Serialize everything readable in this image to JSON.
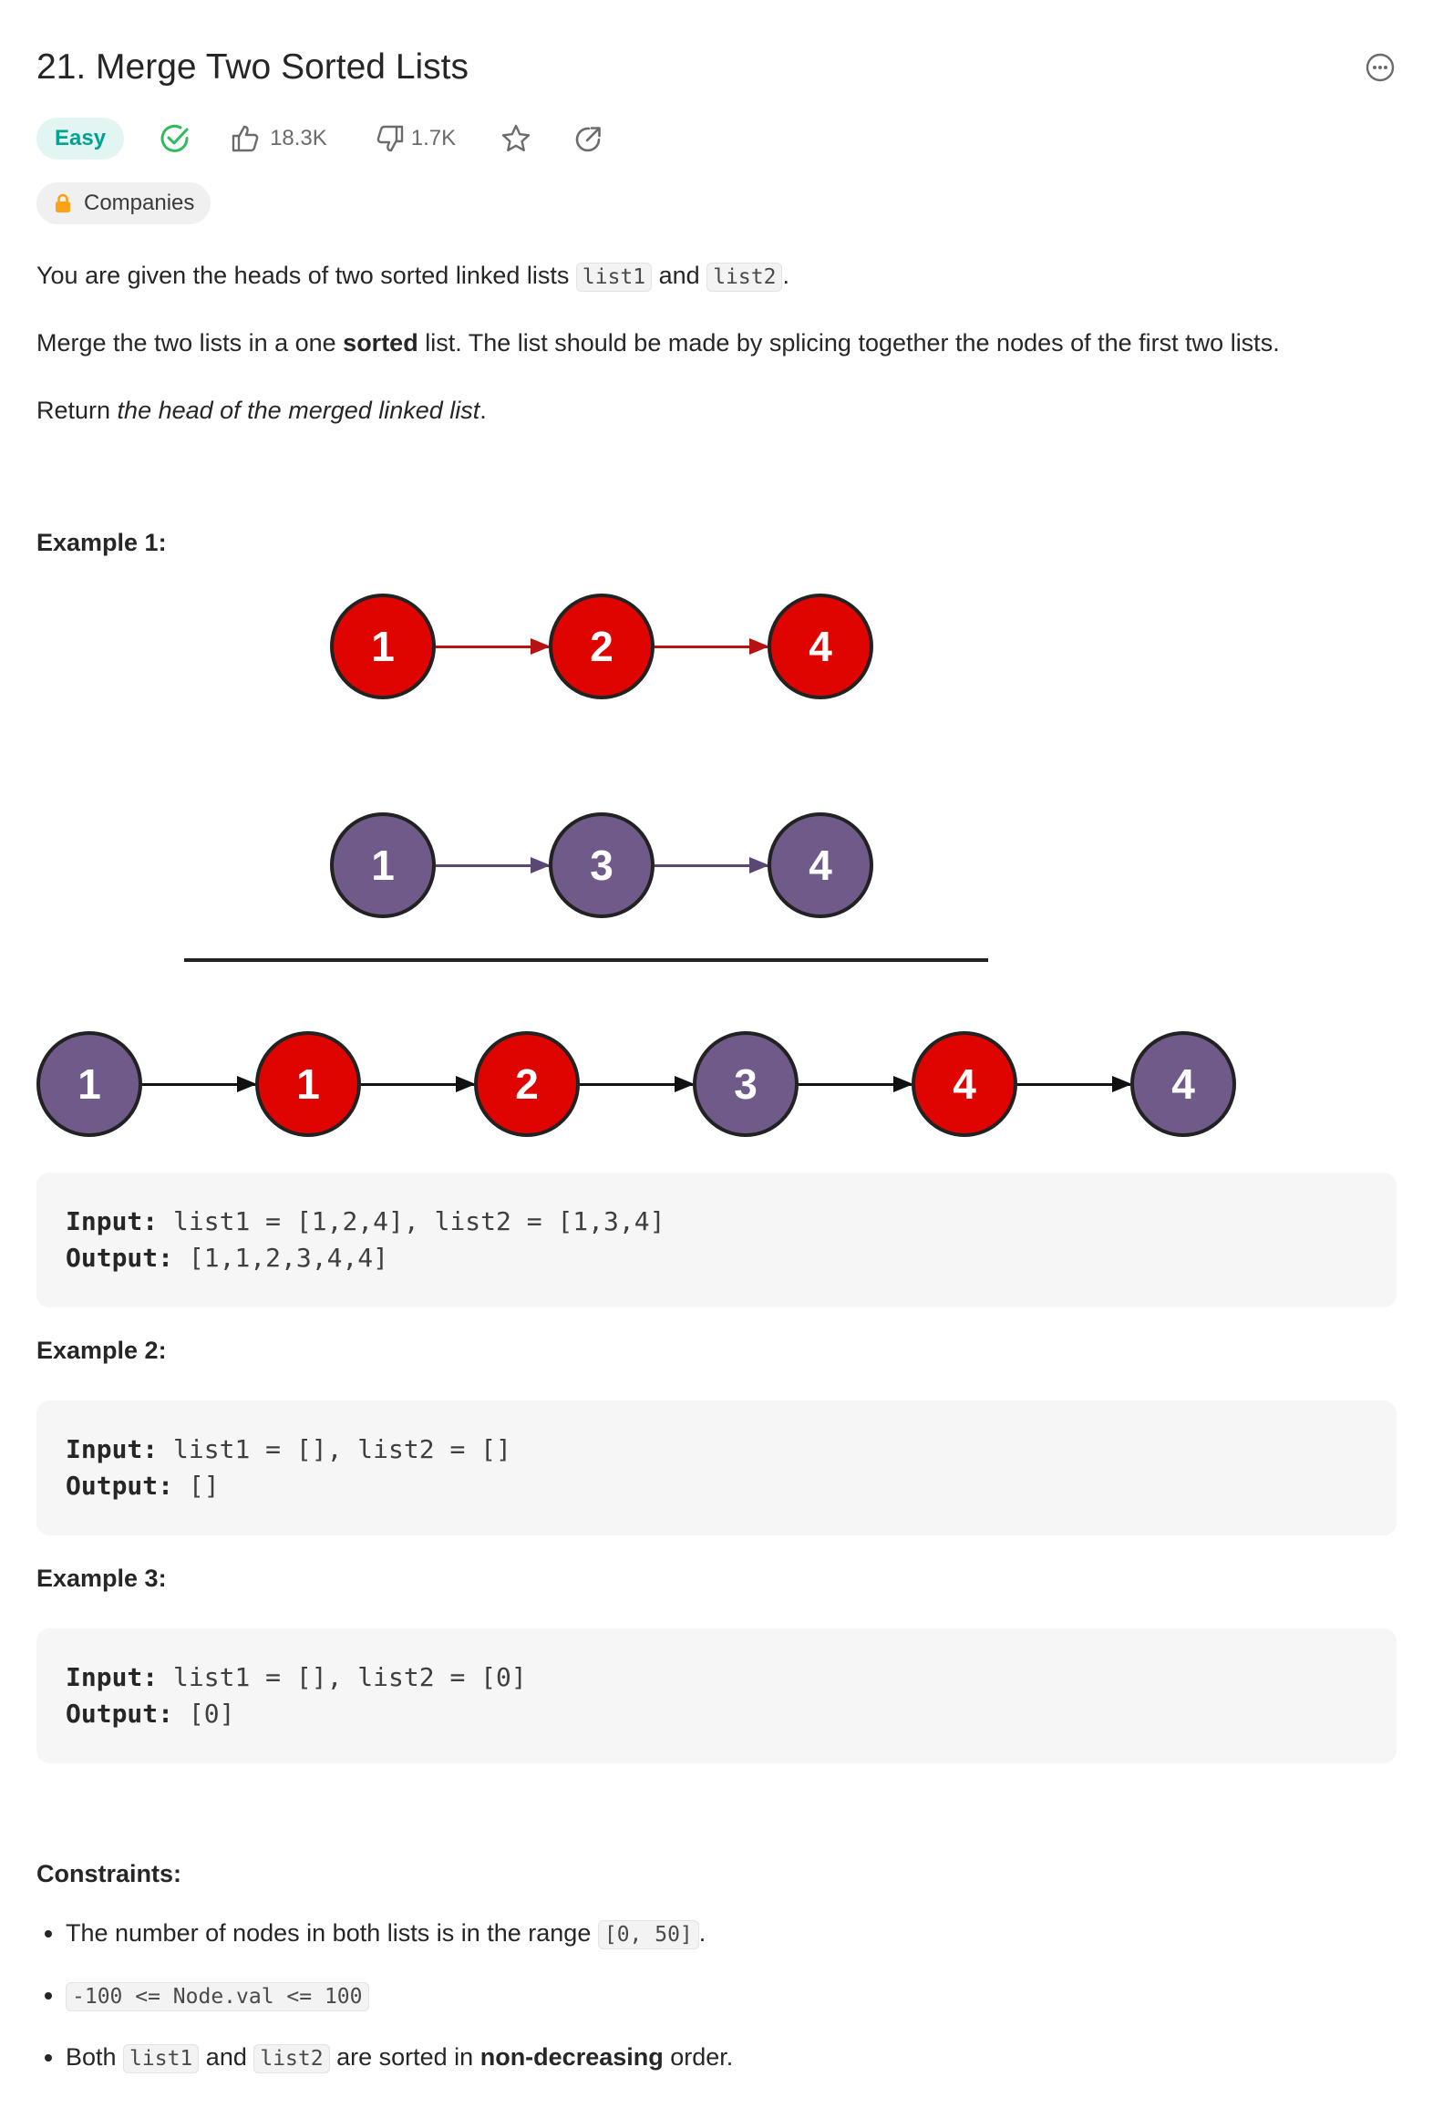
{
  "problem": {
    "title": "21. Merge Two Sorted Lists",
    "difficulty": "Easy",
    "likes": "18.3K",
    "dislikes": "1.7K",
    "companies_label": "Companies"
  },
  "description": {
    "p1_before": "You are given the heads of two sorted linked lists ",
    "p1_code1": "list1",
    "p1_mid": " and ",
    "p1_code2": "list2",
    "p1_after": ".",
    "p2_before": "Merge the two lists in a one ",
    "p2_bold": "sorted",
    "p2_after": " list. The list should be made by splicing together the nodes of the first two lists.",
    "p3_before": "Return ",
    "p3_italic": "the head of the merged linked list",
    "p3_after": "."
  },
  "diagram": {
    "list1": [
      "1",
      "2",
      "4"
    ],
    "list2": [
      "1",
      "3",
      "4"
    ],
    "merged": [
      "1",
      "1",
      "2",
      "3",
      "4",
      "4"
    ]
  },
  "examples": [
    {
      "heading": "Example 1:",
      "input_label": "Input:",
      "input": " list1 = [1,2,4], list2 = [1,3,4]",
      "output_label": "Output:",
      "output": " [1,1,2,3,4,4]"
    },
    {
      "heading": "Example 2:",
      "input_label": "Input:",
      "input": " list1 = [], list2 = []",
      "output_label": "Output:",
      "output": " []"
    },
    {
      "heading": "Example 3:",
      "input_label": "Input:",
      "input": " list1 = [], list2 = [0]",
      "output_label": "Output:",
      "output": " [0]"
    }
  ],
  "constraints": {
    "heading": "Constraints:",
    "c1_before": "The number of nodes in both lists is in the range ",
    "c1_code": "[0, 50]",
    "c1_after": ".",
    "c2_code": "-100 <= Node.val <= 100",
    "c3_before": "Both ",
    "c3_code1": "list1",
    "c3_mid": " and ",
    "c3_code2": "list2",
    "c3_after1": " are sorted in ",
    "c3_bold": "non-decreasing",
    "c3_after2": " order."
  },
  "colors": {
    "easy_bg": "#e3f5f3",
    "easy_fg": "#00a38f",
    "solved": "#2cbb5d",
    "node_red": "#e00400",
    "node_purple": "#6f5a89"
  }
}
